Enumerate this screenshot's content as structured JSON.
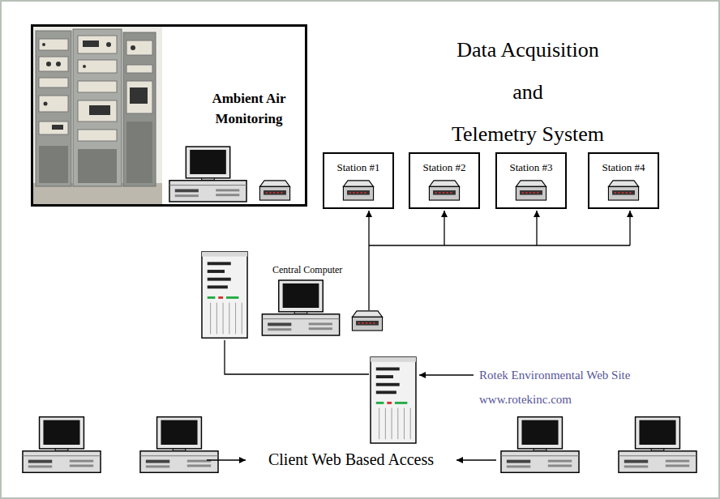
{
  "diagram": {
    "title": "Data Acquisition and Telemetry System",
    "nodes": [
      {
        "text": [
          "Ambient Air Monitoring"
        ]
      },
      {
        "text": [
          "Station #1"
        ]
      },
      {
        "text": [
          "Station #2"
        ]
      },
      {
        "text": [
          "Station #3"
        ]
      },
      {
        "text": [
          "Station #4"
        ]
      }
    ],
    "labels": [
      "Central Computer",
      "Rotek Environmental Web Site",
      "www.rotekinc.com",
      "Client Web Based Access"
    ]
  }
}
